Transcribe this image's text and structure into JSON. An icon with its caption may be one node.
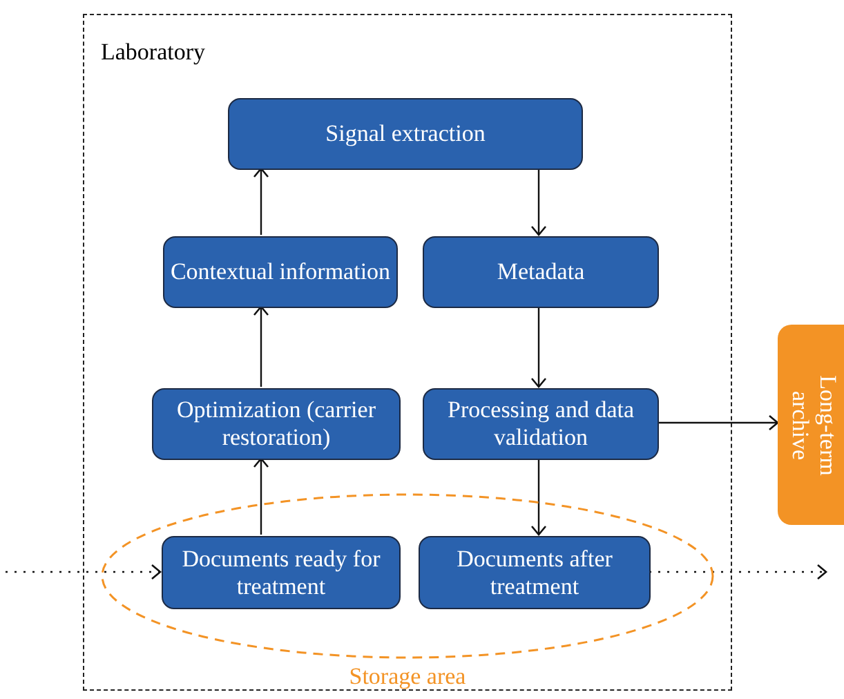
{
  "diagram": {
    "nodes": [
      {
        "text": [
          "Laboratory"
        ]
      },
      {
        "text": [
          "Signal extraction"
        ],
        "in": 0
      },
      {
        "text": [
          "Contextual information"
        ],
        "in": 0
      },
      {
        "text": [
          "Metadata"
        ],
        "in": 0
      },
      {
        "text": [
          "Optimization (carrier restoration)"
        ],
        "in": 0
      },
      {
        "text": [
          "Processing and data validation"
        ],
        "in": 0
      },
      {
        "text": [
          "Storage area"
        ],
        "in": 0
      },
      {
        "text": [
          "Documents ready for treatment"
        ],
        "in": 6
      },
      {
        "text": [
          "Documents after treatment"
        ],
        "in": 6
      },
      {
        "text": [
          "Long-term archive"
        ]
      }
    ],
    "edges": [
      {
        "from": null,
        "to": 7,
        "arrow": "to",
        "style": "dashed"
      },
      {
        "from": 7,
        "to": 4,
        "arrow": "to"
      },
      {
        "from": 4,
        "to": 2,
        "arrow": "to"
      },
      {
        "from": 2,
        "to": 1,
        "arrow": "to"
      },
      {
        "from": 1,
        "to": 3,
        "arrow": "to"
      },
      {
        "from": 3,
        "to": 5,
        "arrow": "to"
      },
      {
        "from": 5,
        "to": 8,
        "arrow": "to"
      },
      {
        "from": 5,
        "to": 9,
        "arrow": "to"
      },
      {
        "from": 8,
        "to": null,
        "arrow": "to",
        "style": "dashed"
      }
    ]
  }
}
